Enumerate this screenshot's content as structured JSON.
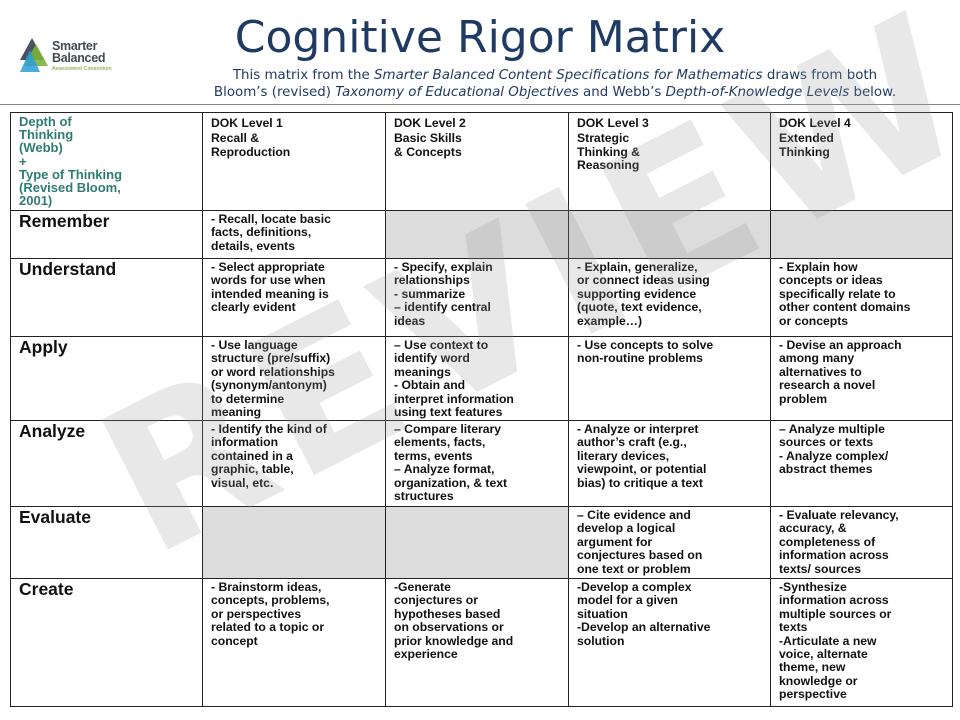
{
  "logo": {
    "line1": "Smarter",
    "line2": "Balanced",
    "line3": "Assessment Consortium"
  },
  "title": "Cognitive Rigor Matrix",
  "intro": {
    "p1": "This matrix from the ",
    "p1_italic": "Smarter Balanced Content Specifications for Mathematics",
    "p2": " draws from both",
    "p3": "Bloom’s (revised) ",
    "p3_italic": "Taxonomy of Educational Objectives",
    "p4": " and Webb’s ",
    "p4_italic": "Depth-of-Knowledge Levels",
    "p5": " below."
  },
  "header": {
    "corner": "Depth of\nThinking\n(Webb)\n+\nType of Thinking\n(Revised Bloom,\n2001)",
    "dok": [
      {
        "level": "DOK Level 1",
        "name": "Recall &\nReproduction"
      },
      {
        "level": "DOK Level 2",
        "name": "Basic Skills\n& Concepts"
      },
      {
        "level": "DOK Level 3",
        "name": "Strategic\nThinking &\nReasoning"
      },
      {
        "level": "DOK Level 4",
        "name": "Extended\nThinking"
      }
    ]
  },
  "rows": [
    {
      "label": "Remember",
      "cells": [
        "- Recall, locate basic\nfacts, definitions,\ndetails, events",
        null,
        null,
        null
      ]
    },
    {
      "label": "Understand",
      "cells": [
        "- Select appropriate\nwords for use when\nintended meaning is\nclearly evident",
        "- Specify, explain\nrelationships\n- summarize\n– identify central\nideas",
        "- Explain, generalize,\nor connect ideas using\nsupporting evidence\n(quote, text evidence,\nexample…)",
        "- Explain how\nconcepts or ideas\nspecifically relate to\nother content domains\nor concepts"
      ]
    },
    {
      "label": "Apply",
      "cells": [
        "- Use language\nstructure (pre/suffix)\nor word relationships\n(synonym/antonym)\nto determine\nmeaning",
        "– Use context to\nidentify word\nmeanings\n- Obtain and\ninterpret information\nusing text features",
        "- Use concepts to solve\nnon-routine problems",
        "- Devise an approach\namong many\nalternatives to\nresearch a novel\nproblem"
      ]
    },
    {
      "label": "Analyze",
      "cells": [
        "- Identify the kind of\ninformation\ncontained in a\ngraphic, table,\nvisual, etc.",
        "– Compare literary\nelements, facts,\nterms, events\n– Analyze format,\norganization, & text\nstructures",
        "- Analyze or interpret\nauthor’s craft (e.g.,\nliterary devices,\nviewpoint, or potential\nbias) to critique a text",
        "– Analyze multiple\nsources or texts\n- Analyze complex/\nabstract themes"
      ]
    },
    {
      "label": "Evaluate",
      "cells": [
        null,
        null,
        "– Cite evidence and\ndevelop a logical\nargument for\nconjectures based on\none text or problem",
        "- Evaluate relevancy,\naccuracy, &\ncompleteness of\ninformation across\ntexts/ sources"
      ]
    },
    {
      "label": "Create",
      "cells": [
        "- Brainstorm ideas,\nconcepts, problems,\nor perspectives\nrelated to a topic or\nconcept",
        "-Generate\nconjectures or\nhypotheses based\non observations or\nprior knowledge and\nexperience",
        "-Develop a complex\nmodel for a given\nsituation\n-Develop an alternative\nsolution",
        "-Synthesize\ninformation across\nmultiple sources or\ntexts\n-Articulate a new\nvoice, alternate\ntheme, new\nknowledge or\nperspective"
      ]
    }
  ],
  "watermark": "REVIEW"
}
